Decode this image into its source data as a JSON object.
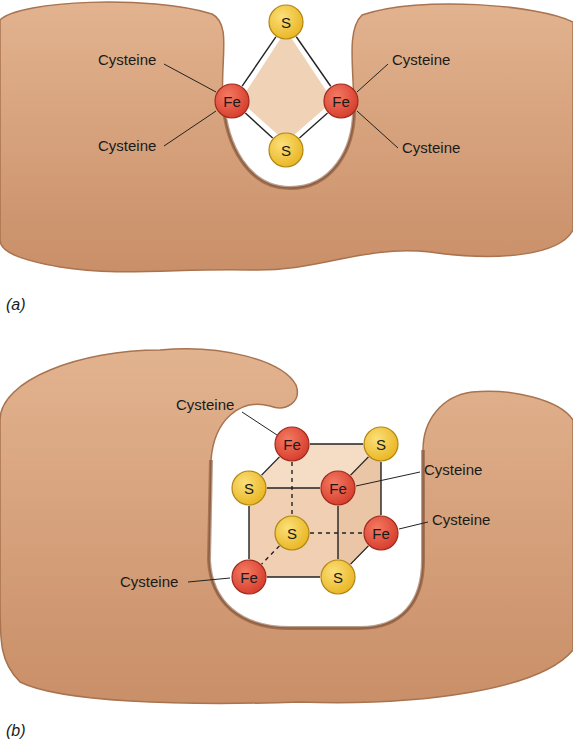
{
  "diagram": {
    "nodes": [
      {
        "text": [
          "S"
        ]
      },
      {
        "text": [
          "Fe"
        ]
      },
      {
        "text": [
          "Fe"
        ]
      },
      {
        "text": [
          "S"
        ]
      },
      {
        "text": [
          "Fe"
        ]
      },
      {
        "text": [
          "S"
        ]
      },
      {
        "text": [
          "S"
        ]
      },
      {
        "text": [
          "Fe"
        ]
      },
      {
        "text": [
          "S"
        ]
      },
      {
        "text": [
          "Fe"
        ]
      },
      {
        "text": [
          "Fe"
        ]
      },
      {
        "text": [
          "S"
        ]
      }
    ],
    "edges": [
      {
        "from": 0,
        "to": 1,
        "arrow": "none"
      },
      {
        "from": 0,
        "to": 2,
        "arrow": "none"
      },
      {
        "from": 1,
        "to": 3,
        "arrow": "none"
      },
      {
        "from": 2,
        "to": 3,
        "arrow": "none"
      },
      {
        "from": 4,
        "to": 5,
        "arrow": "none"
      },
      {
        "from": 4,
        "to": 6,
        "arrow": "none"
      },
      {
        "from": 5,
        "to": 7,
        "arrow": "none"
      },
      {
        "from": 6,
        "to": 7,
        "arrow": "none"
      },
      {
        "from": 4,
        "to": 8,
        "arrow": "none"
      },
      {
        "from": 5,
        "to": 9,
        "arrow": "none"
      },
      {
        "from": 8,
        "to": 9,
        "arrow": "none"
      },
      {
        "from": 6,
        "to": 10,
        "arrow": "none"
      },
      {
        "from": 7,
        "to": 11,
        "arrow": "none"
      },
      {
        "from": 8,
        "to": 10,
        "arrow": "none"
      },
      {
        "from": 9,
        "to": 11,
        "arrow": "none"
      },
      {
        "from": 10,
        "to": 11,
        "arrow": "none"
      }
    ],
    "labels": [
      "Cysteine",
      "Cysteine",
      "Cysteine",
      "Cysteine",
      "(a)",
      "Cysteine",
      "Cysteine",
      "Cysteine",
      "Cysteine",
      "(b)"
    ]
  }
}
